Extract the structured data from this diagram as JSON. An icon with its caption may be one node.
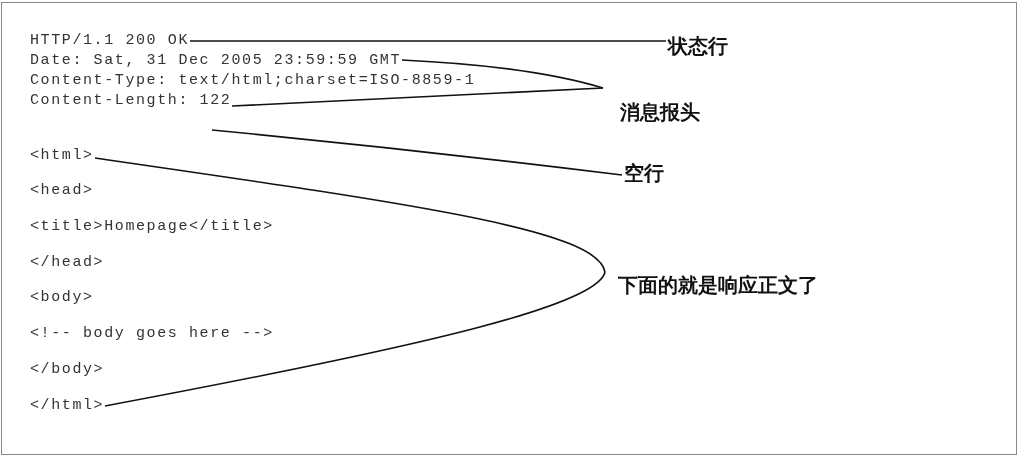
{
  "diagram": {
    "nodes": [
      {
        "text": [
          "HTTP/1.1 200 OK"
        ]
      },
      {
        "text": [
          "Date: Sat, 31 Dec 2005 23:59:59 GMT"
        ]
      },
      {
        "text": [
          "Content-Type: text/html;charset=ISO-8859-1"
        ]
      },
      {
        "text": [
          "Content-Length: 122"
        ]
      },
      {
        "text": [
          "<html>"
        ]
      },
      {
        "text": [
          "<head>"
        ]
      },
      {
        "text": [
          "<title>Homepage</title>"
        ]
      },
      {
        "text": [
          "</head>"
        ]
      },
      {
        "text": [
          "<body>"
        ]
      },
      {
        "text": [
          "<!-- body goes here -->"
        ]
      },
      {
        "text": [
          "</body>"
        ]
      },
      {
        "text": [
          "</html>"
        ]
      },
      {
        "text": [
          "状态行"
        ]
      },
      {
        "text": [
          "消息报头"
        ]
      },
      {
        "text": [
          "空行"
        ]
      },
      {
        "text": [
          "下面的就是响应正文了"
        ]
      }
    ],
    "edges": [
      {
        "from": 0,
        "to": 12,
        "arrow": "none"
      },
      {
        "from": 1,
        "to": 13,
        "arrow": "none"
      },
      {
        "from": 3,
        "to": 13,
        "arrow": "none"
      },
      {
        "from": null,
        "to": 14,
        "arrow": "none"
      },
      {
        "from": 4,
        "to": 15,
        "arrow": "none"
      },
      {
        "from": 11,
        "to": 15,
        "arrow": "none"
      }
    ]
  }
}
